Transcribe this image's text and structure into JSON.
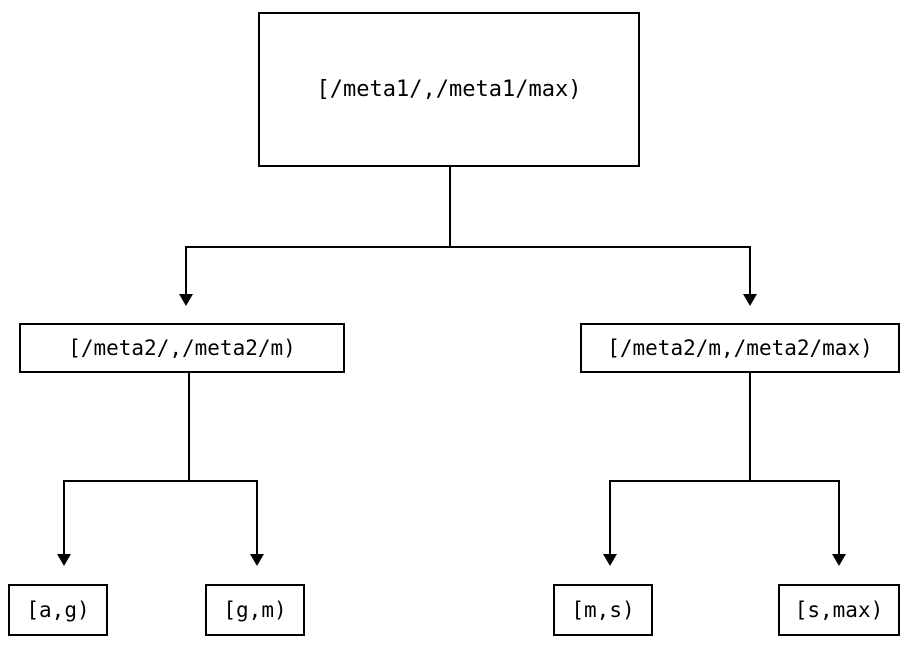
{
  "diagram": {
    "type": "tree",
    "title": "",
    "orientation": "top-down",
    "colors": {
      "background": "#ffffff",
      "stroke": "#000000",
      "text": "#000000",
      "node_fill": "#ffffff"
    },
    "nodes": {
      "root": {
        "id": "root",
        "label": "[/meta1/,/meta1/max)",
        "level": 0
      },
      "mid_left": {
        "id": "mid-left",
        "label": "[/meta2/,/meta2/m)",
        "level": 1
      },
      "mid_right": {
        "id": "mid-right",
        "label": "[/meta2/m,/meta2/max)",
        "level": 1
      },
      "leaf_ag": {
        "id": "leaf-ag",
        "label": "[a,g)",
        "level": 2
      },
      "leaf_gm": {
        "id": "leaf-gm",
        "label": "[g,m)",
        "level": 2
      },
      "leaf_ms": {
        "id": "leaf-ms",
        "label": "[m,s)",
        "level": 2
      },
      "leaf_smax": {
        "id": "leaf-smax",
        "label": "[s,max)",
        "level": 2
      }
    },
    "edges": [
      {
        "from": "root",
        "to": "mid_left",
        "arrow": "triangle-down"
      },
      {
        "from": "root",
        "to": "mid_right",
        "arrow": "triangle-down"
      },
      {
        "from": "mid_left",
        "to": "leaf_ag",
        "arrow": "triangle-down"
      },
      {
        "from": "mid_left",
        "to": "leaf_gm",
        "arrow": "triangle-down"
      },
      {
        "from": "mid_right",
        "to": "leaf_ms",
        "arrow": "triangle-down"
      },
      {
        "from": "mid_right",
        "to": "leaf_smax",
        "arrow": "triangle-down"
      }
    ]
  }
}
